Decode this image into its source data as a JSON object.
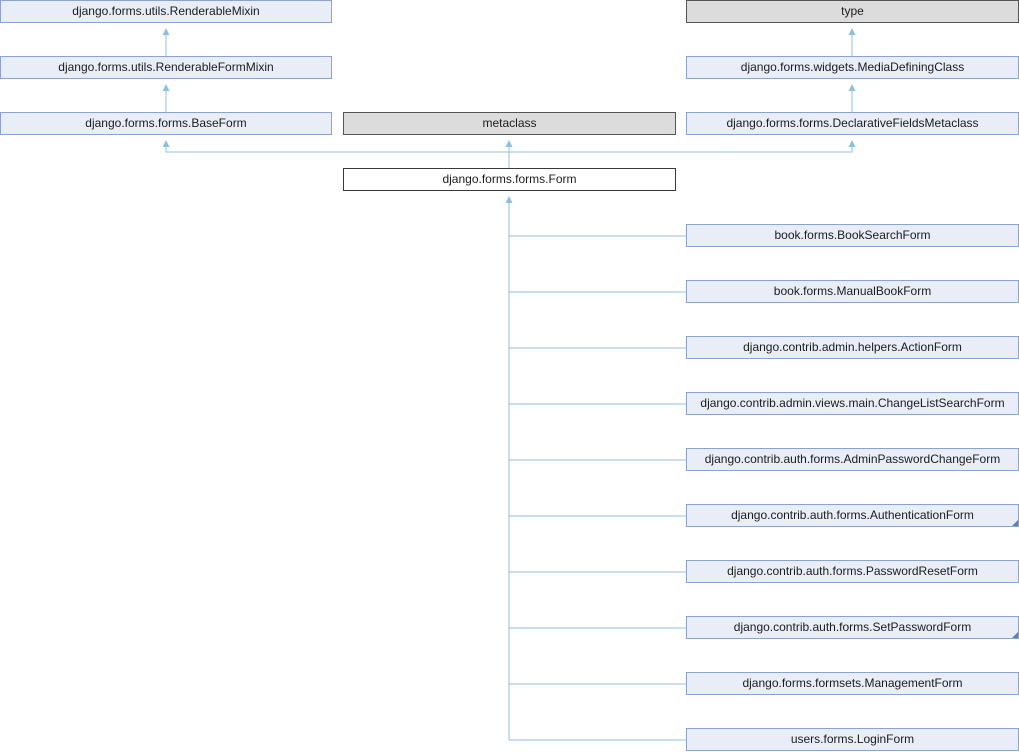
{
  "colors": {
    "edge": "#8fbfdd",
    "link_node_bg": "#e8edf7",
    "link_node_border": "#8da2cc",
    "external_node_bg": "#dcdcdc",
    "current_node_bg": "#ffffff"
  },
  "nodes": {
    "renderable_mixin": "django.forms.utils.RenderableMixin",
    "type": "type",
    "renderable_form_mixin": "django.forms.utils.RenderableFormMixin",
    "media_defining_class": "django.forms.widgets.MediaDefiningClass",
    "base_form": "django.forms.forms.BaseForm",
    "metaclass": "metaclass",
    "declarative_fields_metaclass": "django.forms.forms.DeclarativeFieldsMetaclass",
    "form": "django.forms.forms.Form",
    "subclasses": [
      {
        "label": "book.forms.BookSearchForm",
        "more": false
      },
      {
        "label": "book.forms.ManualBookForm",
        "more": false
      },
      {
        "label": "django.contrib.admin.helpers.ActionForm",
        "more": false
      },
      {
        "label": "django.contrib.admin.views.main.ChangeListSearchForm",
        "more": false
      },
      {
        "label": "django.contrib.auth.forms.AdminPasswordChangeForm",
        "more": false
      },
      {
        "label": "django.contrib.auth.forms.AuthenticationForm",
        "more": true
      },
      {
        "label": "django.contrib.auth.forms.PasswordResetForm",
        "more": false
      },
      {
        "label": "django.contrib.auth.forms.SetPasswordForm",
        "more": true
      },
      {
        "label": "django.forms.formsets.ManagementForm",
        "more": false
      },
      {
        "label": "users.forms.LoginForm",
        "more": false
      }
    ]
  }
}
